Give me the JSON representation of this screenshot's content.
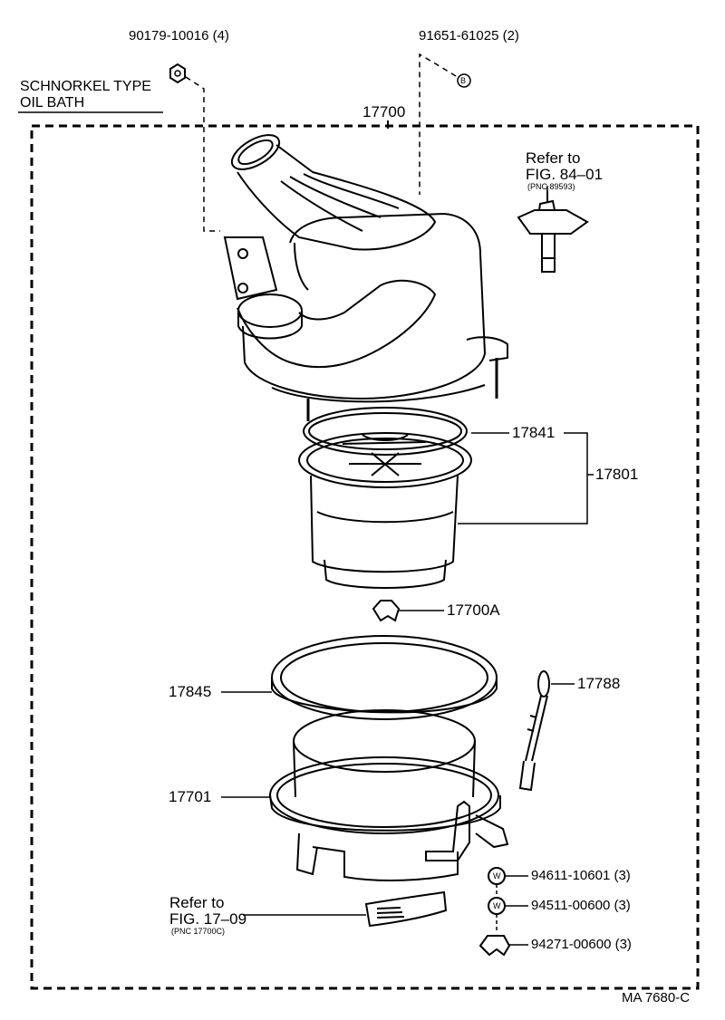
{
  "header": {
    "line1": "SCHNORKEL TYPE",
    "line2": "OIL BATH"
  },
  "callouts": {
    "nut_top": "90179-10016 (4)",
    "bolt_b": "91651-61025 (2)",
    "bolt_b_symbol": "B",
    "assembly": "17700",
    "element": "17841",
    "element_sub": "17801",
    "clip": "17700A",
    "gasket": "17845",
    "case": "17701",
    "dipstick": "17788",
    "washer1": "94611-10601 (3)",
    "washer1_symbol": "W",
    "washer2": "94511-00600 (3)",
    "washer2_symbol": "W",
    "nut_bottom": "94271-00600 (3)"
  },
  "refs": {
    "ref_top": {
      "line1": "Refer to",
      "line2": "FIG. 84–01",
      "pnc": "(PNC 89593)"
    },
    "ref_bottom": {
      "line1": "Refer to",
      "line2": "FIG. 17–09",
      "pnc": "(PNC 17700C)"
    }
  },
  "footer": {
    "code": "MA 7680-C"
  }
}
